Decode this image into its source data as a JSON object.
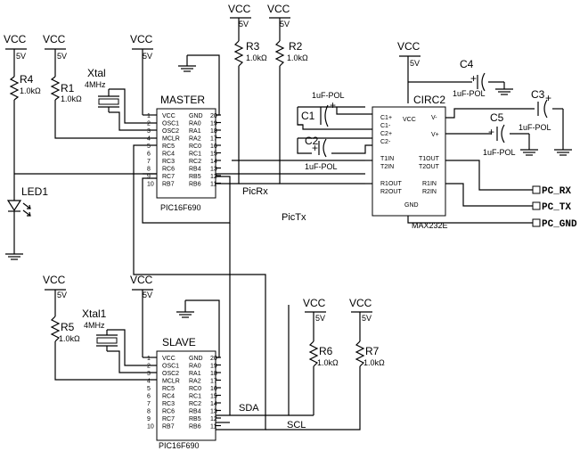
{
  "power": {
    "vcc": "VCC",
    "v5": "5V"
  },
  "resistors": {
    "r1": {
      "ref": "R1",
      "value": "1.0kΩ"
    },
    "r2": {
      "ref": "R2",
      "value": "1.0kΩ"
    },
    "r3": {
      "ref": "R3",
      "value": "1.0kΩ"
    },
    "r4": {
      "ref": "R4",
      "value": "1.0kΩ"
    },
    "r5": {
      "ref": "R5",
      "value": "1.0kΩ"
    },
    "r6": {
      "ref": "R6",
      "value": "1.0kΩ"
    },
    "r7": {
      "ref": "R7",
      "value": "1.0kΩ"
    }
  },
  "crystals": {
    "master": {
      "ref": "Xtal",
      "value": "4MHz"
    },
    "slave": {
      "ref": "Xtal1",
      "value": "4MHz"
    }
  },
  "led": {
    "ref": "LED1"
  },
  "capacitors": {
    "c1": {
      "ref": "C1",
      "value": "1uF-POL"
    },
    "c2": {
      "ref": "C2",
      "value": "1uF-POL"
    },
    "c3": {
      "ref": "C3",
      "value": "1uF-POL"
    },
    "c4": {
      "ref": "C4",
      "value": "1uF-POL"
    },
    "c5": {
      "ref": "C5",
      "value": "1uF-POL"
    },
    "polarity": "+"
  },
  "master": {
    "title": "MASTER",
    "part": "PIC16F690",
    "left_pins": [
      {
        "num": "1",
        "name": "VCC"
      },
      {
        "num": "2",
        "name": "OSC1"
      },
      {
        "num": "3",
        "name": "OSC2"
      },
      {
        "num": "4",
        "name": "MCLR"
      },
      {
        "num": "5",
        "name": "RC5"
      },
      {
        "num": "6",
        "name": "RC4"
      },
      {
        "num": "7",
        "name": "RC3"
      },
      {
        "num": "8",
        "name": "RC6"
      },
      {
        "num": "9",
        "name": "RC7"
      },
      {
        "num": "10",
        "name": "RB7"
      }
    ],
    "right_pins": [
      {
        "num": "20",
        "name": "GND"
      },
      {
        "num": "19",
        "name": "RA0"
      },
      {
        "num": "18",
        "name": "RA1"
      },
      {
        "num": "17",
        "name": "RA2"
      },
      {
        "num": "16",
        "name": "RC0"
      },
      {
        "num": "15",
        "name": "RC1"
      },
      {
        "num": "14",
        "name": "RC2"
      },
      {
        "num": "13",
        "name": "RB4"
      },
      {
        "num": "12",
        "name": "RB5"
      },
      {
        "num": "11",
        "name": "RB6"
      }
    ]
  },
  "slave": {
    "title": "SLAVE",
    "part": "PIC16F690",
    "left_pins": [
      {
        "num": "1",
        "name": "VCC"
      },
      {
        "num": "2",
        "name": "OSC1"
      },
      {
        "num": "3",
        "name": "OSC2"
      },
      {
        "num": "4",
        "name": "MCLR"
      },
      {
        "num": "5",
        "name": "RC5"
      },
      {
        "num": "6",
        "name": "RC4"
      },
      {
        "num": "7",
        "name": "RC3"
      },
      {
        "num": "8",
        "name": "RC6"
      },
      {
        "num": "9",
        "name": "RC7"
      },
      {
        "num": "10",
        "name": "RB7"
      }
    ],
    "right_pins": [
      {
        "num": "20",
        "name": "GND"
      },
      {
        "num": "19",
        "name": "RA0"
      },
      {
        "num": "18",
        "name": "RA1"
      },
      {
        "num": "17",
        "name": "RA2"
      },
      {
        "num": "16",
        "name": "RC0"
      },
      {
        "num": "15",
        "name": "RC1"
      },
      {
        "num": "14",
        "name": "RC2"
      },
      {
        "num": "13",
        "name": "RB4"
      },
      {
        "num": "12",
        "name": "RB5"
      },
      {
        "num": "11",
        "name": "RB6"
      }
    ]
  },
  "max232": {
    "ref": "CIRC2",
    "part": "MAX232E",
    "left_pins": [
      "C1+",
      "C1-",
      "C2+",
      "C2-",
      "T1IN",
      "T2IN",
      "R1OUT",
      "R2OUT"
    ],
    "right_pins": [
      "V-",
      "V+",
      "T1OUT",
      "T2OUT",
      "R1IN",
      "R2IN"
    ],
    "vcc": "VCC",
    "gnd": "GND"
  },
  "nets": {
    "picrx": "PicRx",
    "pictx": "PicTx",
    "sda": "SDA",
    "scl": "SCL",
    "pc_rx": "PC_RX",
    "pc_tx": "PC_TX",
    "pc_gnd": "PC_GND"
  }
}
